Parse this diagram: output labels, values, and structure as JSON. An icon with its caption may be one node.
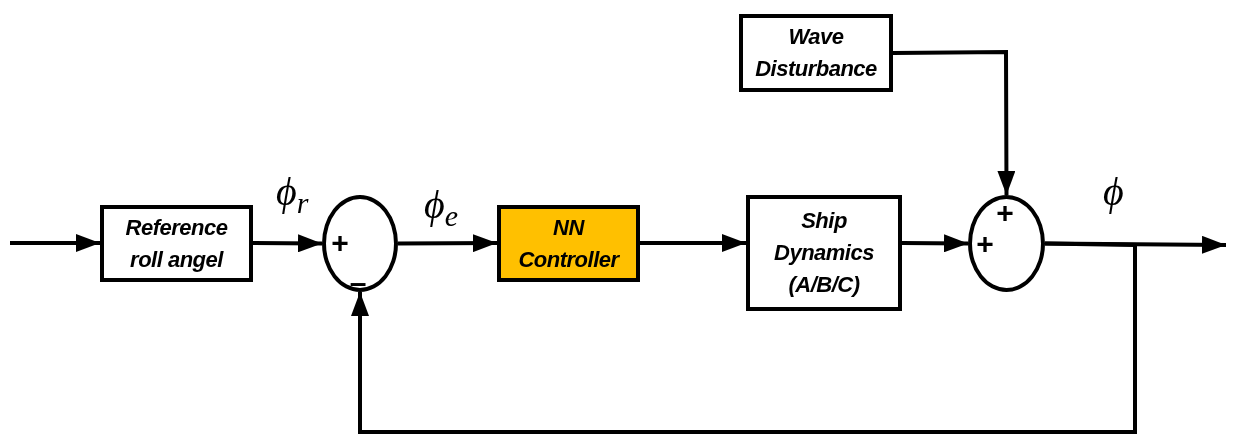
{
  "diagram": {
    "nodes": [
      {
        "text": [
          "Reference roll angel"
        ]
      },
      {
        "text": [
          "+",
          "–"
        ]
      },
      {
        "text": [
          "NN Controller"
        ]
      },
      {
        "text": [
          "Ship Dynamics (A/B/C)"
        ]
      },
      {
        "text": [
          "Wave Disturbance"
        ]
      },
      {
        "text": [
          "+",
          "+"
        ]
      }
    ],
    "edges": [
      {
        "from": null,
        "to": 0,
        "arrow": "to"
      },
      {
        "from": 0,
        "to": 1,
        "arrow": "to",
        "label": "ϕ$_{r}$"
      },
      {
        "from": 1,
        "to": 2,
        "arrow": "to",
        "label": "ϕ$_{e}$"
      },
      {
        "from": 2,
        "to": 3,
        "arrow": "to"
      },
      {
        "from": 3,
        "to": 5,
        "arrow": "to"
      },
      {
        "from": 4,
        "to": 5,
        "arrow": "to"
      },
      {
        "from": 5,
        "to": null,
        "arrow": "to",
        "label": "ϕ"
      },
      {
        "from": 5,
        "to": 1,
        "arrow": "to"
      }
    ]
  }
}
